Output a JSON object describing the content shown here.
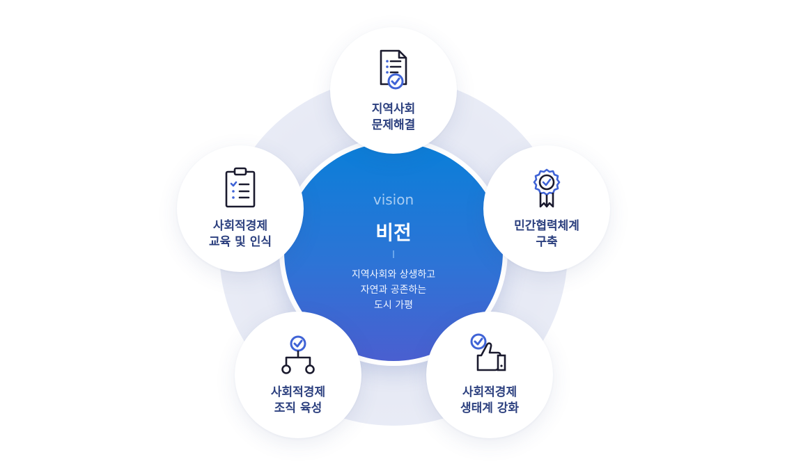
{
  "center": {
    "label": "vision",
    "title": "비전",
    "description": [
      "지역사회와 상생하고",
      "자연과 공존하는",
      "도시 가평"
    ]
  },
  "nodes": {
    "top": {
      "icon": "document-check-icon",
      "lines": [
        "지역사회",
        "문제해결"
      ]
    },
    "right": {
      "icon": "award-badge-icon",
      "lines": [
        "민간협력체계",
        "구축"
      ]
    },
    "bottom_right": {
      "icon": "thumbs-up-check-icon",
      "lines": [
        "사회적경제",
        "생태계 강화"
      ]
    },
    "bottom_left": {
      "icon": "org-network-icon",
      "lines": [
        "사회적경제",
        "조직 육성"
      ]
    },
    "left": {
      "icon": "clipboard-checklist-icon",
      "lines": [
        "사회적경제",
        "교육 및 인식"
      ]
    }
  },
  "colors": {
    "icon_dark": "#1a1a2e",
    "icon_accent": "#3f63d6",
    "label_text": "#2b3f7e",
    "center_top": "#0a7fd9",
    "center_bottom": "#4a5fd0"
  }
}
